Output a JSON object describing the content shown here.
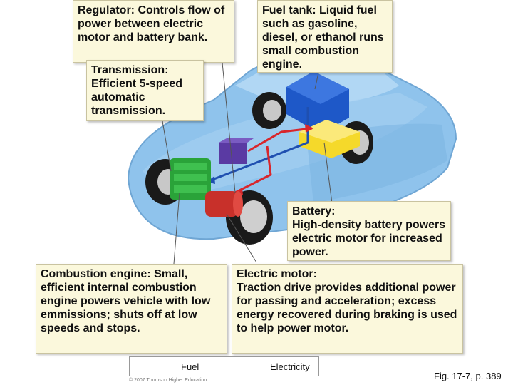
{
  "callouts": {
    "regulator": "Regulator: Controls flow of power between electric motor and battery bank.",
    "transmission": "Transmission:\nEfficient 5-speed automatic transmission.",
    "fuel_tank": "Fuel tank: Liquid fuel such as gasoline, diesel, or ethanol runs small combustion engine.",
    "battery": "Battery:\nHigh-density battery powers electric motor for increased power.",
    "combustion_engine": "Combustion engine: Small, efficient internal combustion engine powers vehicle with low emmissions; shuts off at low speeds and stops.",
    "electric_motor": "Electric motor:\nTraction drive provides additional power for passing and acceleration; excess energy recovered during braking is used to help power motor."
  },
  "legend": {
    "fuel_label": "Fuel",
    "electricity_label": "Electricity",
    "fuel_color": "#1f4fb0",
    "electricity_color": "#d8262c"
  },
  "credit": "© 2007 Thomson Higher Education",
  "figure_ref": "Fig. 17-7, p. 389",
  "colors": {
    "car_body": "#8fc3ec",
    "fuel_tank": "#1e58c8",
    "battery": "#f5d92a",
    "regulator": "#5a3aa3",
    "engine": "#2aa339",
    "motor": "#c8302a",
    "callout_bg": "#fbf8dc"
  }
}
